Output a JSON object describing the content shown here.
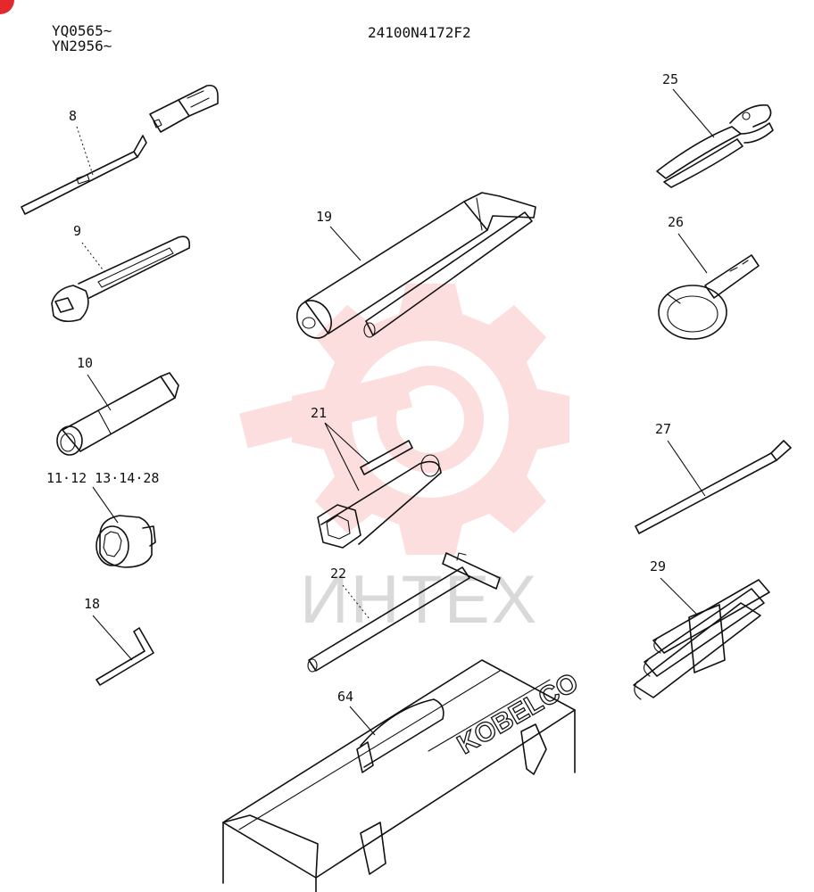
{
  "header": {
    "serial_line_1": "YQ0565~",
    "serial_line_2": "YN2956~",
    "drawing_number": "24100N4172F2"
  },
  "watermark": {
    "text": "ИНТЕХ",
    "gear_color": "#f26b6b"
  },
  "toolbox_brand": "KOBELCO",
  "callouts": {
    "c8": "8",
    "c9": "9",
    "c10": "10",
    "c11": "11·12 13·14·28",
    "c18": "18",
    "c19": "19",
    "c21": "21",
    "c22": "22",
    "c25": "25",
    "c26": "26",
    "c27": "27",
    "c29": "29",
    "c64": "64"
  },
  "accent_color": "#e4282b"
}
